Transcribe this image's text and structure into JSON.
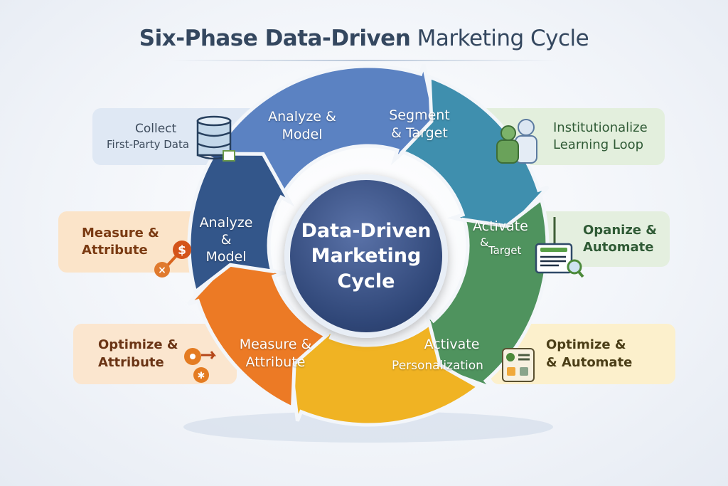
{
  "title": {
    "bold": "Six-Phase Data-Driven",
    "regular": "Marketing Cycle"
  },
  "center": {
    "line1": "Data-Driven",
    "line2": "Marketing",
    "line3": "Cycle"
  },
  "ring": [
    {
      "line1": "Analyze &",
      "line2": "Model",
      "color": "#5b82c2"
    },
    {
      "line1": "Segment",
      "line2": "& Target",
      "color": "#3f8fae"
    },
    {
      "line1": "Activate",
      "line2": "&",
      "line3": "Target",
      "color": "#4f935e"
    },
    {
      "line1": "Activate",
      "line2": "Personalization",
      "color": "#f0b323"
    },
    {
      "line1": "Measure &",
      "line2": "Attribute",
      "color": "#ec7a25"
    },
    {
      "line1": "Analyze",
      "line2": "&",
      "line3": "Model",
      "color": "#33568a"
    }
  ],
  "callouts": {
    "collect": {
      "line1": "Collect",
      "line2": "First-Party Data",
      "icon": "database-icon"
    },
    "institutionalize": {
      "line1": "Institutionalize",
      "line2": "Learning Loop",
      "icon": "users-icon"
    },
    "measure": {
      "line1": "Measure &",
      "line2": "Attribute",
      "icon": "dollar-icon"
    },
    "organize": {
      "line1": "Opanize &",
      "line2": "Automate",
      "icon": "report-search-icon"
    },
    "optimize_left": {
      "line1": "Optimize &",
      "line2": "Attribute",
      "icon": "target-icon"
    },
    "optimize_right": {
      "line1": "Optimize &",
      "line2": "& Automate",
      "icon": "checklist-icon"
    }
  }
}
